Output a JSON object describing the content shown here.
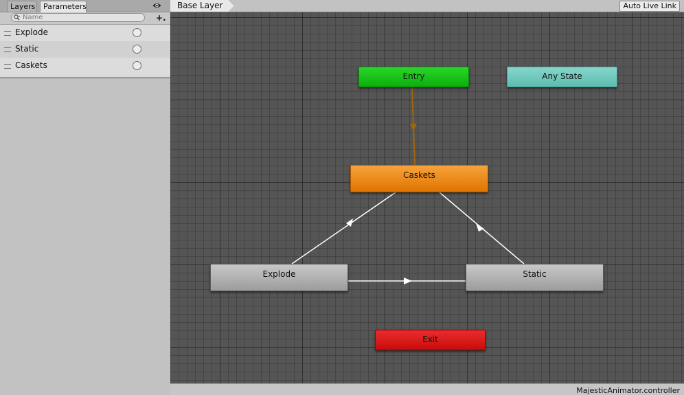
{
  "left_panel": {
    "tabs": [
      {
        "label": "Layers",
        "active": false
      },
      {
        "label": "Parameters",
        "active": true
      }
    ],
    "visibility_icon": "eye-icon",
    "search": {
      "placeholder": "Name",
      "value": "",
      "icon": "search-icon"
    },
    "add_button_label": "+.",
    "parameters": [
      {
        "name": "Explode",
        "type": "trigger"
      },
      {
        "name": "Static",
        "type": "trigger"
      },
      {
        "name": "Caskets",
        "type": "trigger"
      }
    ]
  },
  "graph": {
    "breadcrumb": "Base Layer",
    "auto_live_link_label": "Auto Live Link",
    "states": {
      "entry": "Entry",
      "any_state": "Any State",
      "caskets": "Caskets",
      "explode": "Explode",
      "static": "Static",
      "exit": "Exit"
    },
    "transitions": [
      {
        "from": "Entry",
        "to": "Caskets",
        "kind": "default"
      },
      {
        "from": "Caskets",
        "to": "Explode",
        "kind": "normal"
      },
      {
        "from": "Static",
        "to": "Caskets",
        "kind": "normal"
      },
      {
        "from": "Explode",
        "to": "Static",
        "kind": "normal"
      }
    ],
    "colors": {
      "canvas": "#555555",
      "entry": "#16c216",
      "any_state": "#70c8bd",
      "default_state": "#f08a14",
      "state": "#b3b3b3",
      "exit": "#d81818",
      "default_transition": "#a0660a",
      "transition": "#ffffff"
    },
    "status_bar": {
      "controller_name": "MajesticAnimator.controller"
    }
  }
}
